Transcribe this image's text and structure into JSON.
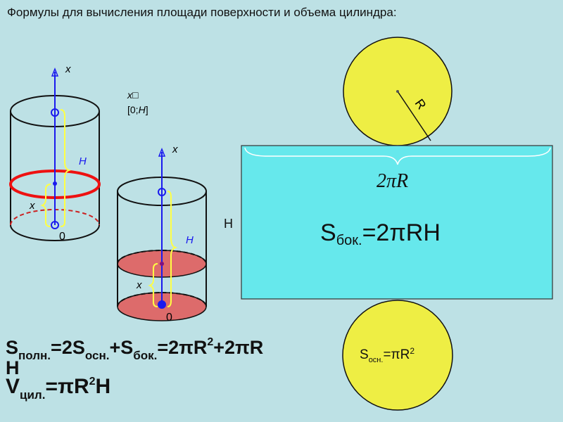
{
  "title": "Формулы для вычисления площади поверхности и объема цилиндра:",
  "cylinder1": {
    "axis_label": "x",
    "height_label": "H",
    "x_label": "x",
    "origin_label": "0"
  },
  "cylinder2": {
    "axis_label": "x",
    "height_label": "H",
    "x_label": "x",
    "origin_label": "0"
  },
  "range_note": {
    "line1": "x□",
    "line2_open": "[0;",
    "line2_var": "H",
    "line2_close": "]"
  },
  "net": {
    "radius_label": "R",
    "arc_length_label": "2πR",
    "side_height_label": "H",
    "lateral_area": {
      "s": "S",
      "sub": "бок.",
      "rest": "=2πRH"
    },
    "base_area": {
      "s": "S",
      "sub": "осн.",
      "rest": "=πR",
      "sup": "2"
    }
  },
  "formulas": {
    "total": {
      "s": "S",
      "sub1": "полн.",
      "p1": "=2S",
      "sub2": "осн.",
      "p2": "+S",
      "sub3": "бок.",
      "p3": "=2πR",
      "sup": "2",
      "p4": "+2πR",
      "tail": "H"
    },
    "volume": {
      "v": "V",
      "sub": "цил.",
      "p1": "=πR",
      "sup": "2",
      "p2": "H"
    }
  },
  "colors": {
    "background": "#bde1e5",
    "rectangle": "#66e8ec",
    "circle": "#eeee44",
    "axis": "#1a1aee",
    "ring": "#ee1111",
    "disc": "#dd6b6b",
    "brace": "#ffff44"
  }
}
